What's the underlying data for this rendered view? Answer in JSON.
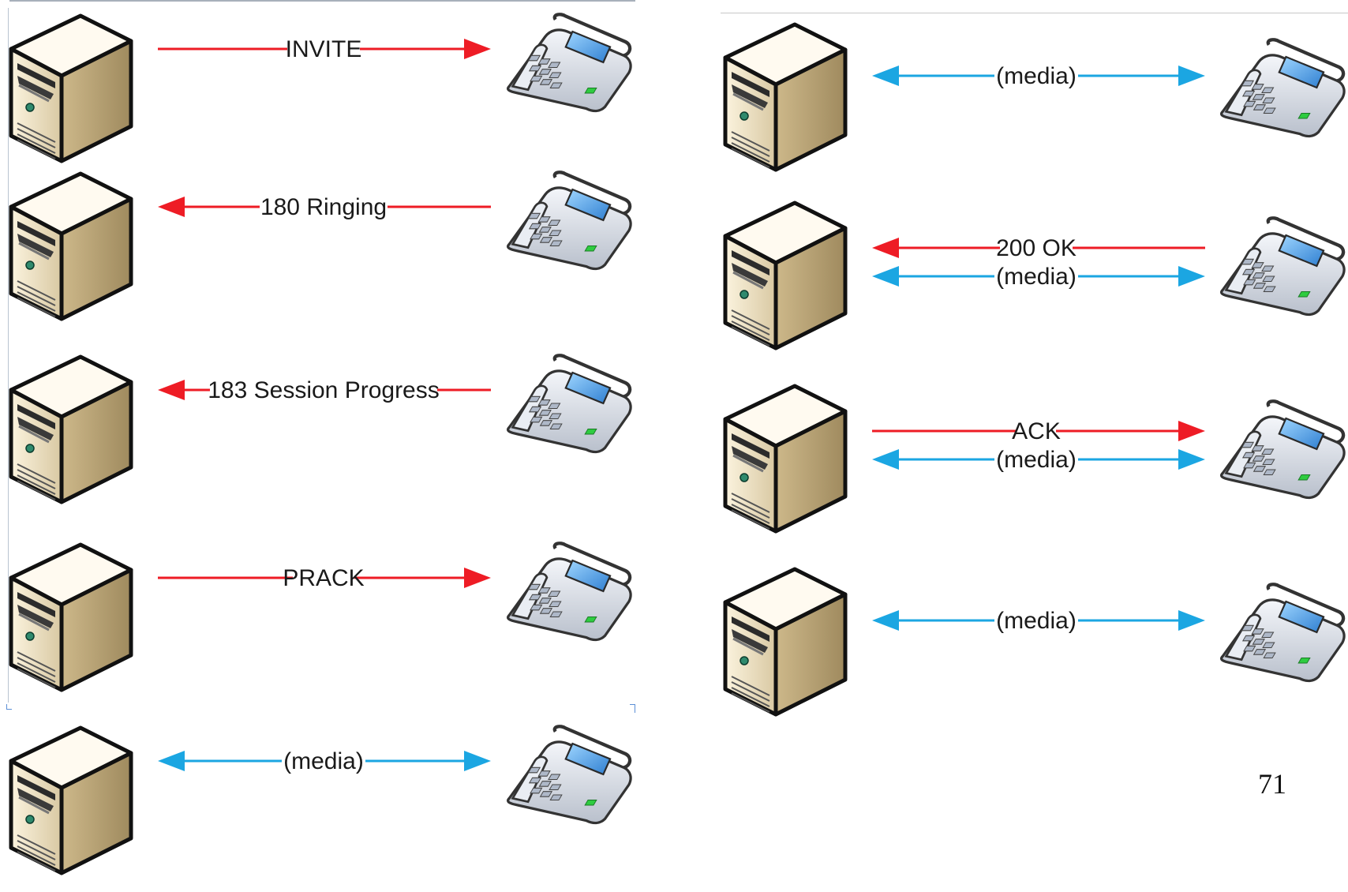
{
  "colors": {
    "signal": "#ee1c25",
    "media": "#1ba6e2",
    "label": "#1a1a1a"
  },
  "left": {
    "rows": [
      {
        "label": "INVITE",
        "kind": "signal",
        "direction": "right"
      },
      {
        "label": "180 Ringing",
        "kind": "signal",
        "direction": "left"
      },
      {
        "label": "183 Session Progress",
        "kind": "signal",
        "direction": "left"
      },
      {
        "label": "PRACK",
        "kind": "signal",
        "direction": "right"
      },
      {
        "label": "(media)",
        "kind": "media",
        "direction": "both"
      }
    ]
  },
  "right": {
    "rows": [
      {
        "lines": [
          {
            "label": "(media)",
            "kind": "media",
            "direction": "both"
          }
        ]
      },
      {
        "lines": [
          {
            "label": "200 OK",
            "kind": "signal",
            "direction": "left"
          },
          {
            "label": "(media)",
            "kind": "media",
            "direction": "both"
          }
        ]
      },
      {
        "lines": [
          {
            "label": "ACK",
            "kind": "signal",
            "direction": "right"
          },
          {
            "label": "(media)",
            "kind": "media",
            "direction": "both"
          }
        ]
      },
      {
        "lines": [
          {
            "label": "(media)",
            "kind": "media",
            "direction": "both"
          }
        ]
      }
    ]
  },
  "footer": {
    "page_number": "71"
  }
}
